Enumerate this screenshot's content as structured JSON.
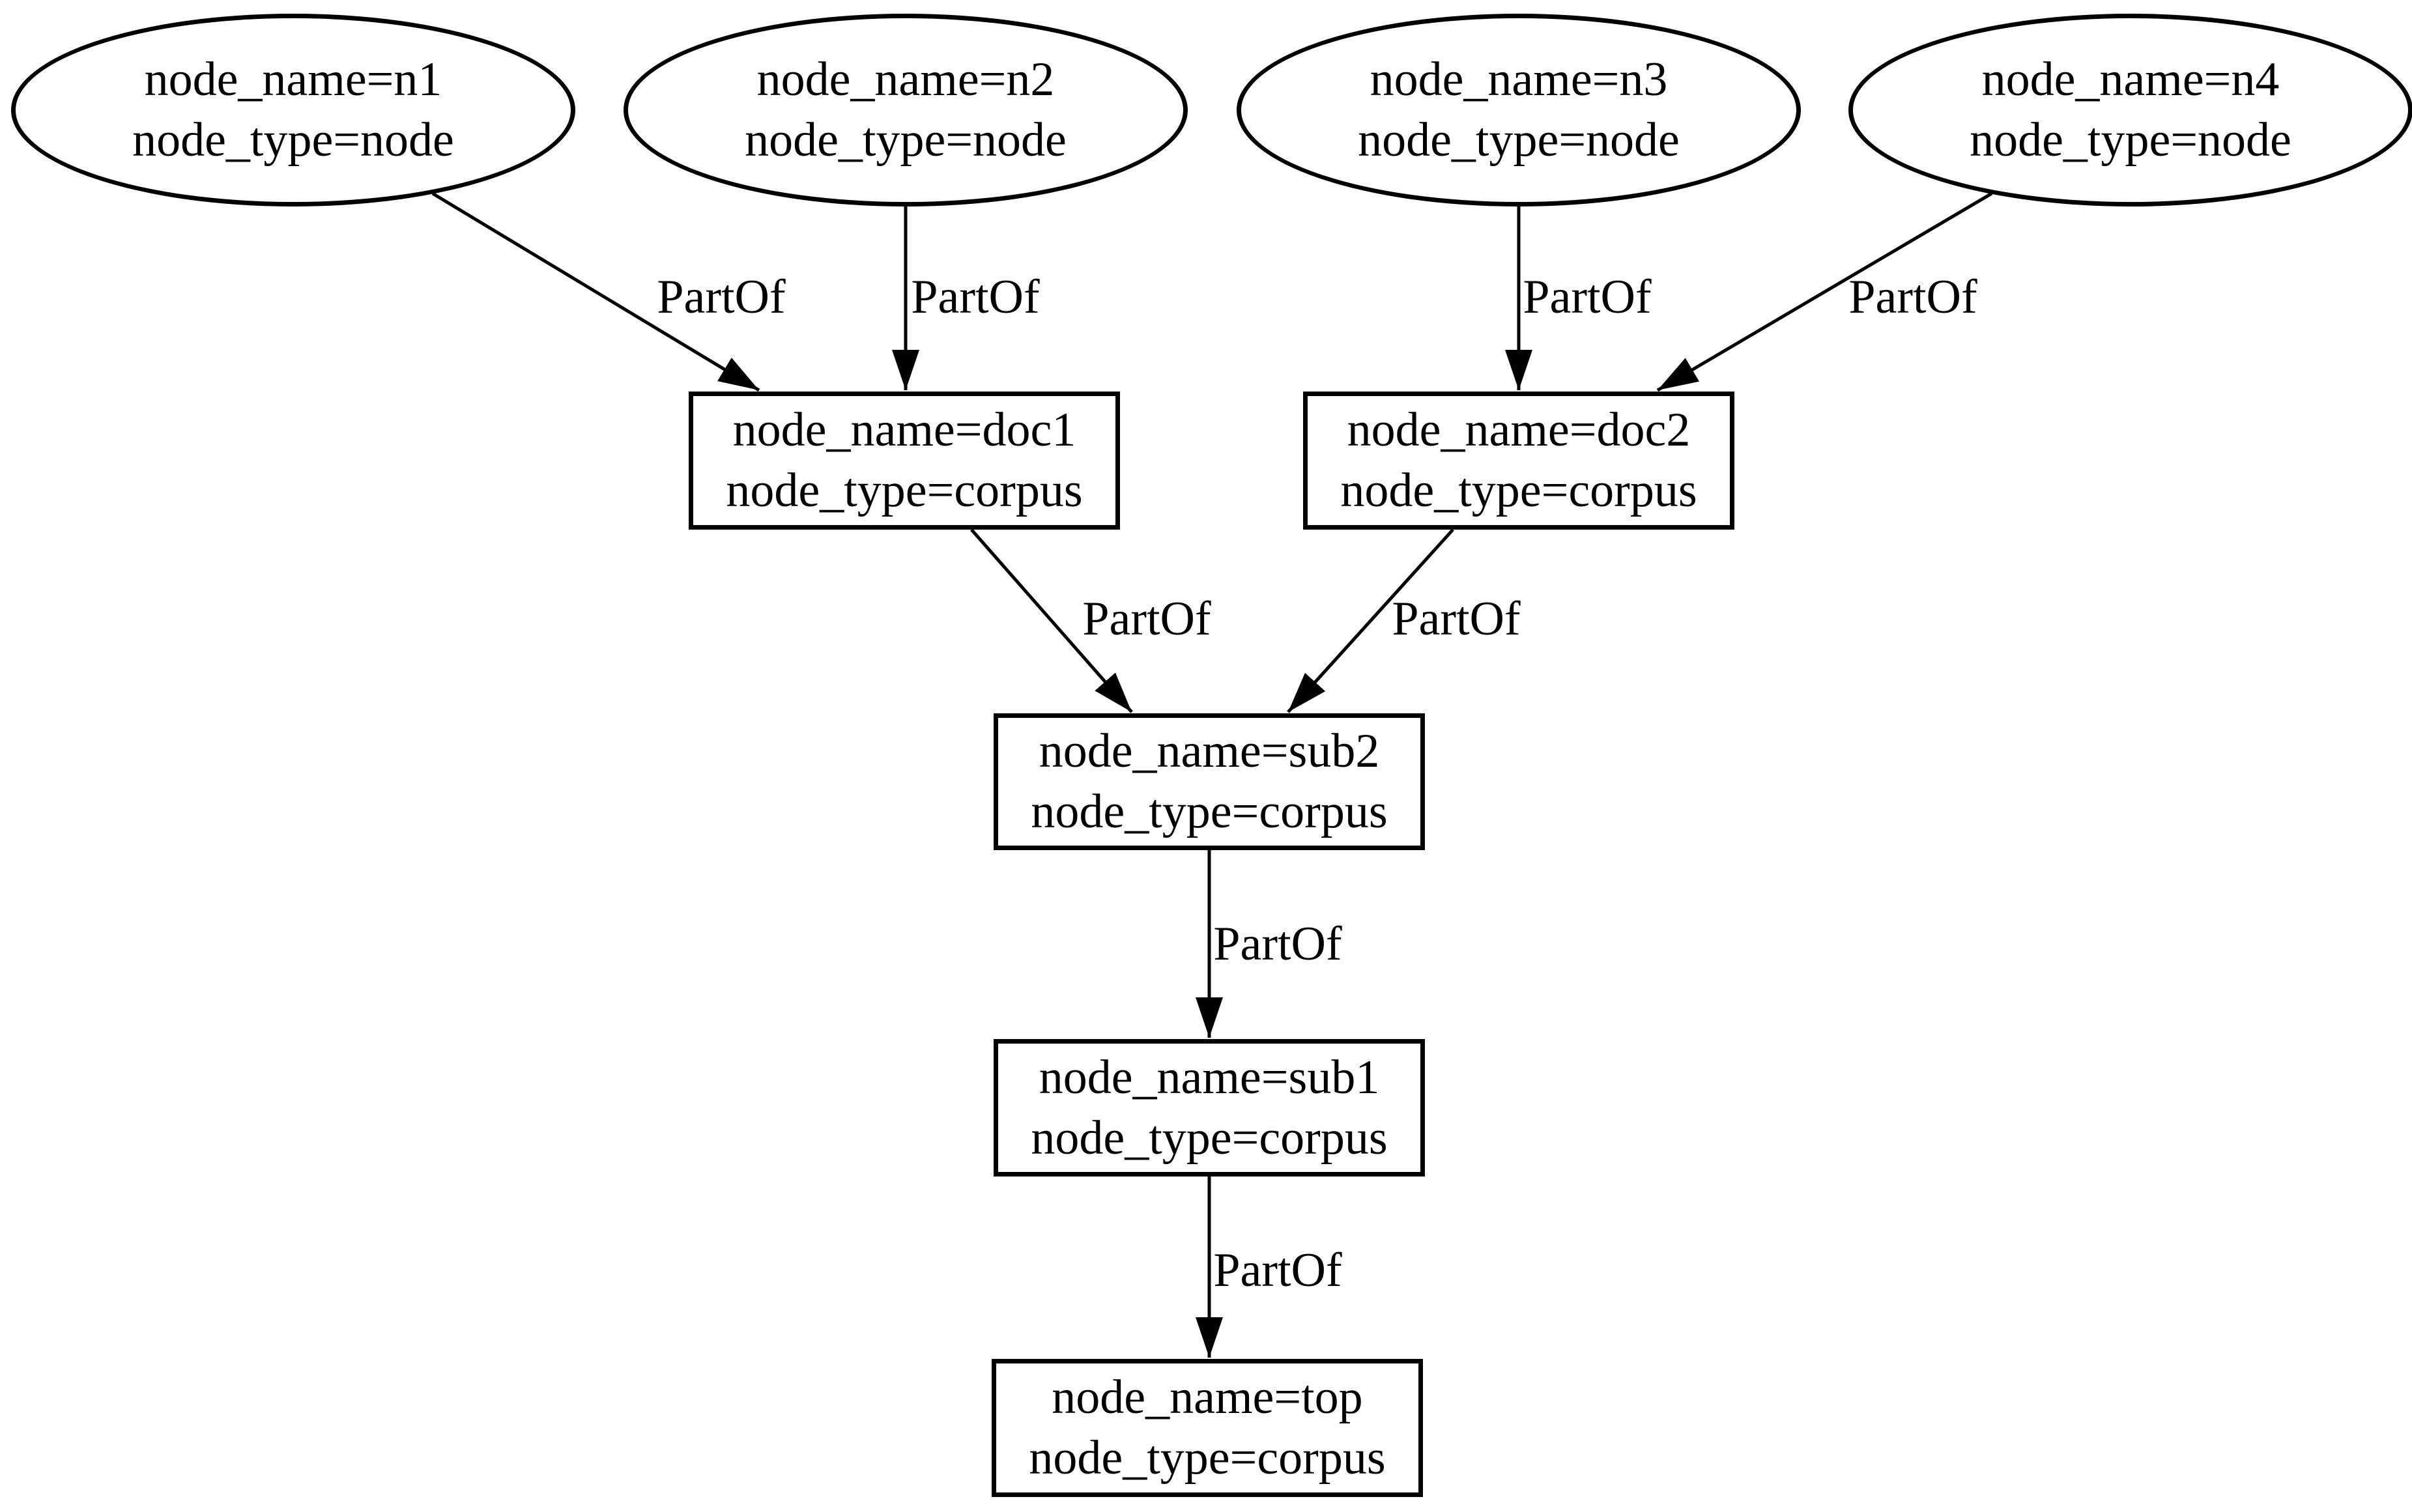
{
  "diagram": {
    "background_color": "#ffffff",
    "line_color": "#000000",
    "relation_label": "PartOf"
  },
  "nodes": [
    {
      "id": "n1",
      "shape": "ellipse",
      "line1": "node_name=n1",
      "line2": "node_type=node"
    },
    {
      "id": "n2",
      "shape": "ellipse",
      "line1": "node_name=n2",
      "line2": "node_type=node"
    },
    {
      "id": "n3",
      "shape": "ellipse",
      "line1": "node_name=n3",
      "line2": "node_type=node"
    },
    {
      "id": "n4",
      "shape": "ellipse",
      "line1": "node_name=n4",
      "line2": "node_type=node"
    },
    {
      "id": "doc1",
      "shape": "box",
      "line1": "node_name=doc1",
      "line2": "node_type=corpus"
    },
    {
      "id": "doc2",
      "shape": "box",
      "line1": "node_name=doc2",
      "line2": "node_type=corpus"
    },
    {
      "id": "sub2",
      "shape": "box",
      "line1": "node_name=sub2",
      "line2": "node_type=corpus"
    },
    {
      "id": "sub1",
      "shape": "box",
      "line1": "node_name=sub1",
      "line2": "node_type=corpus"
    },
    {
      "id": "top",
      "shape": "box",
      "line1": "node_name=top",
      "line2": "node_type=corpus"
    }
  ],
  "edges": [
    {
      "from": "n1",
      "to": "doc1",
      "label": "PartOf"
    },
    {
      "from": "n2",
      "to": "doc1",
      "label": "PartOf"
    },
    {
      "from": "n3",
      "to": "doc2",
      "label": "PartOf"
    },
    {
      "from": "n4",
      "to": "doc2",
      "label": "PartOf"
    },
    {
      "from": "doc1",
      "to": "sub2",
      "label": "PartOf"
    },
    {
      "from": "doc2",
      "to": "sub2",
      "label": "PartOf"
    },
    {
      "from": "sub2",
      "to": "sub1",
      "label": "PartOf"
    },
    {
      "from": "sub1",
      "to": "top",
      "label": "PartOf"
    }
  ]
}
